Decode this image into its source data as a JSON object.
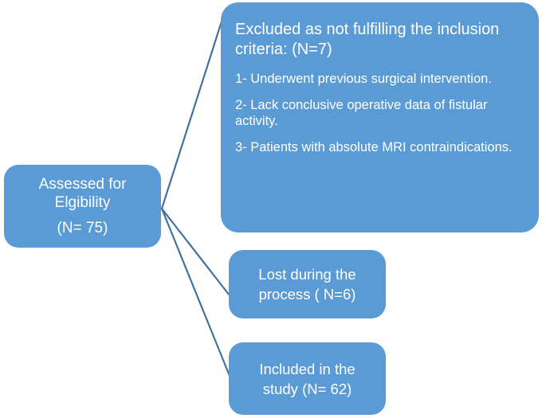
{
  "diagram": {
    "type": "flowchart",
    "title": "Study Participant Flow",
    "colors": {
      "node_fill": "#5B9BD5",
      "node_text": "#FFFFFF",
      "connector_line": "#41719C",
      "background": "#FFFFFF"
    },
    "nodes": {
      "assessed": {
        "name": "Assessed for Elgibility",
        "line1": "Assessed for",
        "line2": "Elgibility",
        "count_label": "(N= 75)",
        "count": 75
      },
      "excluded": {
        "heading": "Excluded as not fulfilling the inclusion criteria: (N=7)",
        "count": 7,
        "criteria": [
          "1- Underwent previous surgical intervention.",
          "2- Lack conclusive operative data of fistular activity.",
          "3- Patients with absolute MRI contraindications."
        ]
      },
      "lost": {
        "label": "Lost during the process ( N=6)",
        "count": 6
      },
      "included": {
        "label": "Included in the study (N= 62)",
        "count": 62
      }
    },
    "connectors": [
      {
        "name": "assessed-to-excluded",
        "from": "assessed",
        "to": "excluded"
      },
      {
        "name": "assessed-to-lost",
        "from": "assessed",
        "to": "lost"
      },
      {
        "name": "assessed-to-included",
        "from": "assessed",
        "to": "included"
      }
    ]
  }
}
